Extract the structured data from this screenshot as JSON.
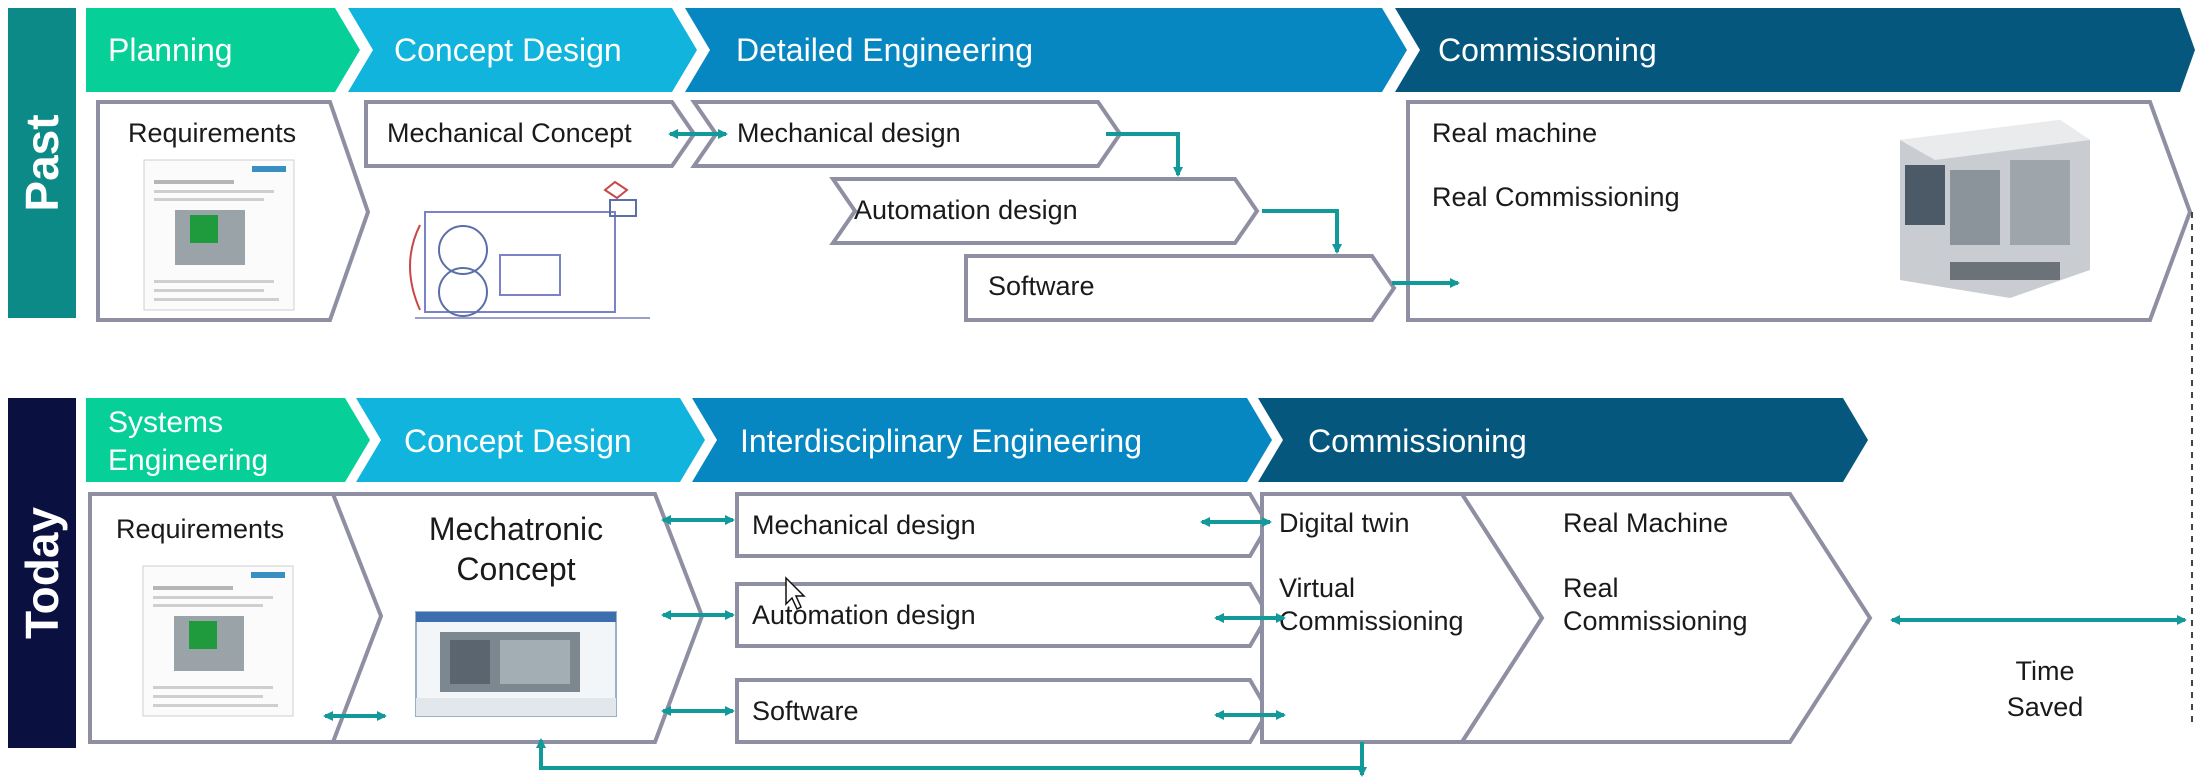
{
  "colors": {
    "green": "#06cf98",
    "cyan": "#10b4dc",
    "blue": "#0787c2",
    "navy": "#05577e",
    "past_label_bg": "#0b8a87",
    "today_label_bg": "#0a1040",
    "box_border": "#8f8fa3",
    "arrow": "#12999a"
  },
  "past": {
    "label": "Past",
    "phases": [
      "Planning",
      "Concept Design",
      "Detailed Engineering",
      "Commissioning"
    ],
    "requirements": "Requirements",
    "mech_concept": "Mechanical Concept",
    "mech_design": "Mechanical design",
    "automation_design": "Automation design",
    "software": "Software",
    "real_machine": "Real machine",
    "real_commissioning": "Real Commissioning"
  },
  "today": {
    "label": "Today",
    "phases": [
      "Systems Engineering",
      "Concept Design",
      "Interdisciplinary Engineering",
      "Commissioning"
    ],
    "requirements": "Requirements",
    "mechatronic_concept": "Mechatronic Concept",
    "mech_design": "Mechanical design",
    "automation_design": "Automation design",
    "software": "Software",
    "digital_twin": "Digital twin",
    "virtual_commissioning": "Virtual Commissioning",
    "real_machine": "Real Machine",
    "real_commissioning": "Real Commissioning",
    "time_saved": "Time Saved"
  },
  "icons": [
    "document-thumbnail-icon",
    "sketch-drawing-icon",
    "machine-image-icon",
    "software-screenshot-icon",
    "arrow-icon",
    "cursor-icon"
  ]
}
